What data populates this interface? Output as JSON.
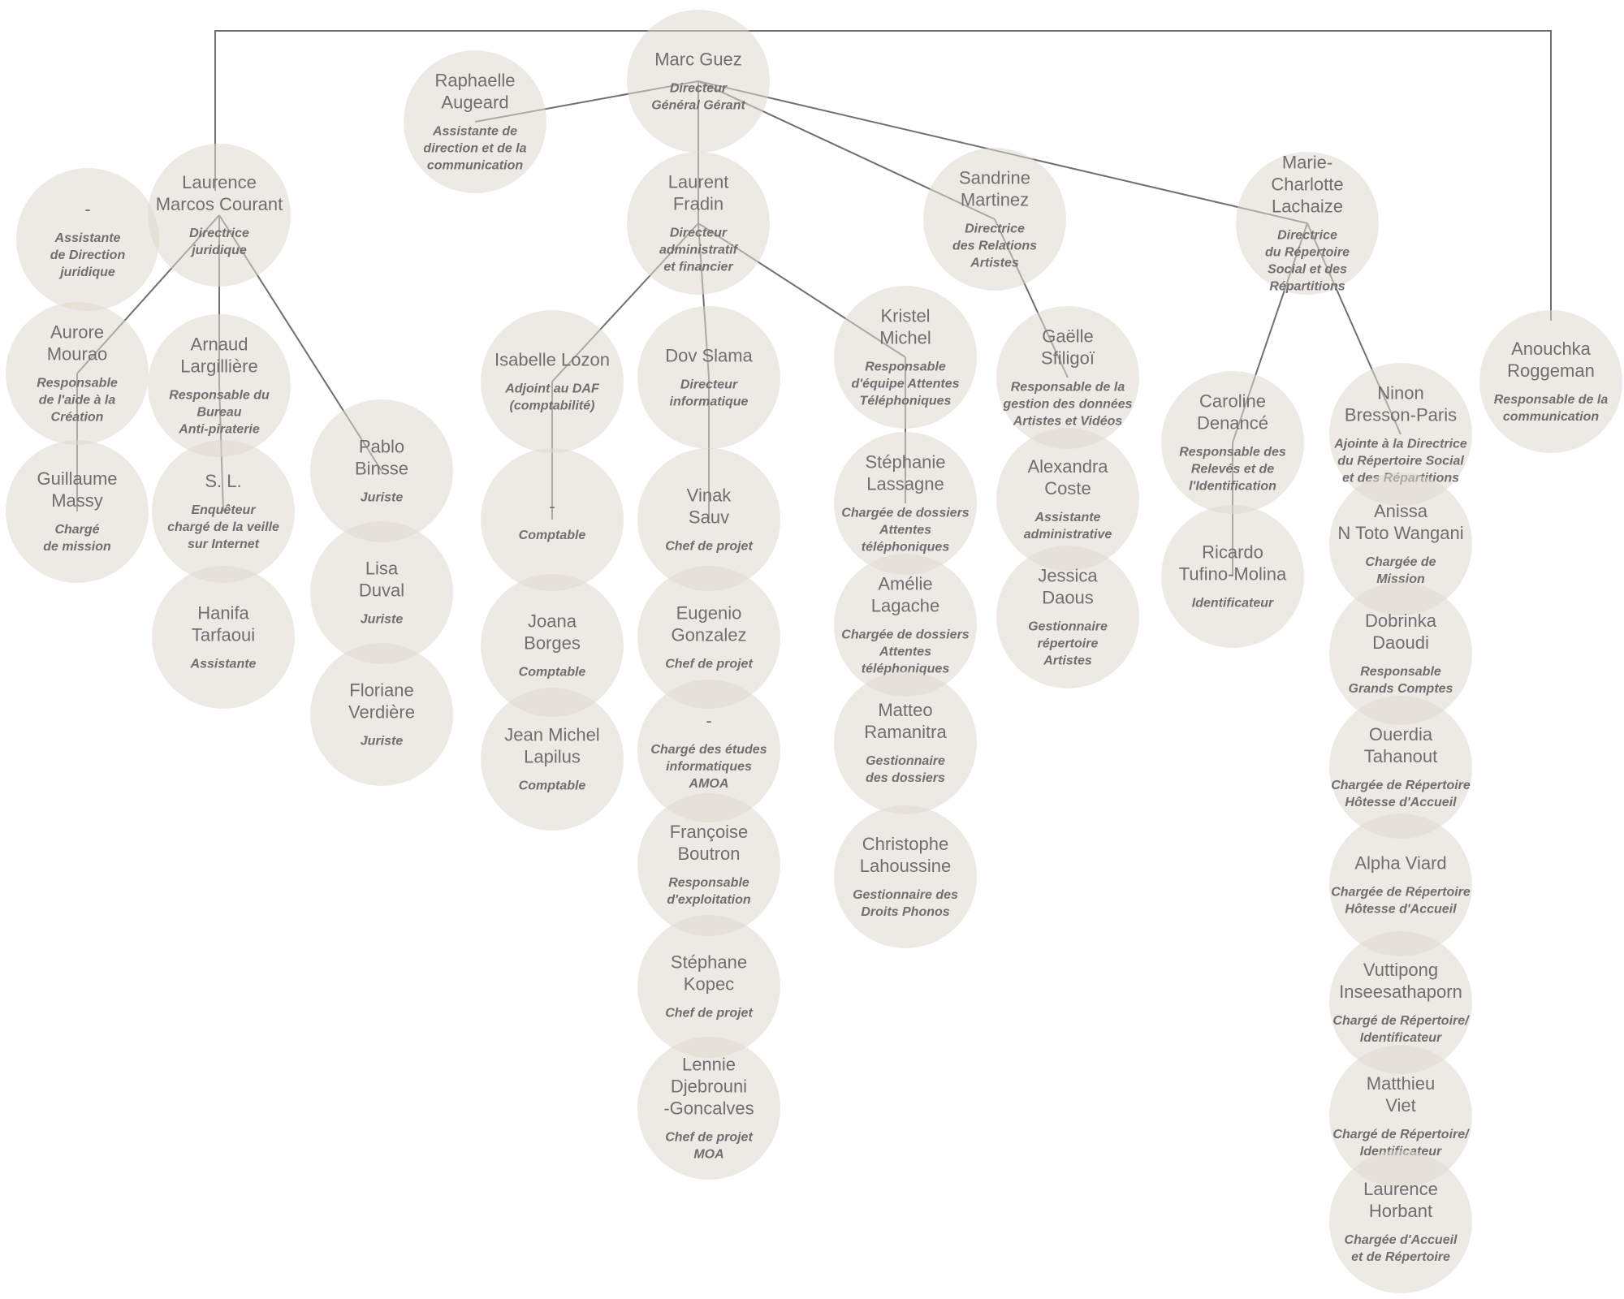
{
  "nodes": [
    {
      "id": "marc",
      "name": [
        "Marc Guez"
      ],
      "role": [
        "Directeur",
        "Général Gérant"
      ]
    },
    {
      "id": "raphaelle",
      "name": [
        "Raphaelle",
        "Augeard"
      ],
      "role": [
        "Assistante de",
        "direction et de la",
        "communication"
      ]
    },
    {
      "id": "laurence_mc",
      "name": [
        "Laurence",
        "Marcos Courant"
      ],
      "role": [
        "Directrice",
        "juridique"
      ]
    },
    {
      "id": "assist_jur",
      "name": [
        "-"
      ],
      "role": [
        "Assistante",
        "de Direction",
        "juridique"
      ]
    },
    {
      "id": "aurore",
      "name": [
        "Aurore",
        "Mourao"
      ],
      "role": [
        "Responsable",
        "de l'aide à la",
        "Création"
      ]
    },
    {
      "id": "arnaud",
      "name": [
        "Arnaud",
        "Largillière"
      ],
      "role": [
        "Responsable du",
        "Bureau",
        "Anti-piraterie"
      ]
    },
    {
      "id": "guillaume",
      "name": [
        "Guillaume",
        "Massy"
      ],
      "role": [
        "Chargé",
        "de mission"
      ]
    },
    {
      "id": "sl",
      "name": [
        "S. L."
      ],
      "role": [
        "Enquêteur",
        "chargé de la veille",
        "sur Internet"
      ]
    },
    {
      "id": "hanifa",
      "name": [
        "Hanifa",
        "Tarfaoui"
      ],
      "role": [
        "Assistante"
      ]
    },
    {
      "id": "pablo",
      "name": [
        "Pablo",
        "Binsse"
      ],
      "role": [
        "Juriste"
      ]
    },
    {
      "id": "lisa",
      "name": [
        "Lisa",
        "Duval"
      ],
      "role": [
        "Juriste"
      ]
    },
    {
      "id": "floriane",
      "name": [
        "Floriane",
        "Verdière"
      ],
      "role": [
        "Juriste"
      ]
    },
    {
      "id": "laurent",
      "name": [
        "Laurent",
        "Fradin"
      ],
      "role": [
        "Directeur",
        "administratif",
        "et financier"
      ]
    },
    {
      "id": "isabelle",
      "name": [
        "Isabelle Lozon"
      ],
      "role": [
        "Adjoint au DAF",
        "(comptabilité)"
      ]
    },
    {
      "id": "comptable",
      "name": [
        "-"
      ],
      "role": [
        "Comptable"
      ]
    },
    {
      "id": "joana",
      "name": [
        "Joana",
        "Borges"
      ],
      "role": [
        "Comptable"
      ]
    },
    {
      "id": "jeanmichel",
      "name": [
        "Jean Michel",
        "Lapilus"
      ],
      "role": [
        "Comptable"
      ]
    },
    {
      "id": "dov",
      "name": [
        "Dov Slama"
      ],
      "role": [
        "Directeur",
        "informatique"
      ]
    },
    {
      "id": "vinak",
      "name": [
        "Vinak",
        "Sauv"
      ],
      "role": [
        "Chef de projet"
      ]
    },
    {
      "id": "eugenio",
      "name": [
        "Eugenio",
        "Gonzalez"
      ],
      "role": [
        "Chef de projet"
      ]
    },
    {
      "id": "amoa",
      "name": [
        "-"
      ],
      "role": [
        "Chargé des études",
        "informatiques",
        "AMOA"
      ]
    },
    {
      "id": "francoise",
      "name": [
        "Françoise",
        "Boutron"
      ],
      "role": [
        "Responsable",
        "d'exploitation"
      ]
    },
    {
      "id": "stephane",
      "name": [
        "Stéphane",
        "Kopec"
      ],
      "role": [
        "Chef de projet"
      ]
    },
    {
      "id": "lennie",
      "name": [
        "Lennie",
        "Djebrouni",
        "-Goncalves"
      ],
      "role": [
        "Chef de projet",
        "MOA"
      ]
    },
    {
      "id": "kristel",
      "name": [
        "Kristel",
        "Michel"
      ],
      "role": [
        "Responsable",
        "d'équipe Attentes",
        "Téléphoniques"
      ]
    },
    {
      "id": "stephanie",
      "name": [
        "Stéphanie",
        "Lassagne"
      ],
      "role": [
        "Chargée de dossiers",
        "Attentes",
        "téléphoniques"
      ]
    },
    {
      "id": "amelie",
      "name": [
        "Amélie",
        "Lagache"
      ],
      "role": [
        "Chargée de dossiers",
        "Attentes",
        "téléphoniques"
      ]
    },
    {
      "id": "matteo",
      "name": [
        "Matteo",
        "Ramanitra"
      ],
      "role": [
        "Gestionnaire",
        "des dossiers"
      ]
    },
    {
      "id": "christophe",
      "name": [
        "Christophe",
        "Lahoussine"
      ],
      "role": [
        "Gestionnaire des",
        "Droits Phonos"
      ]
    },
    {
      "id": "sandrine",
      "name": [
        "Sandrine",
        "Martinez"
      ],
      "role": [
        "Directrice",
        "des Relations",
        "Artistes"
      ]
    },
    {
      "id": "gaelle",
      "name": [
        "Gaëlle",
        "Sfiligoï"
      ],
      "role": [
        "Responsable de la",
        "gestion des données",
        "Artistes et Vidéos"
      ]
    },
    {
      "id": "alexandra",
      "name": [
        "Alexandra",
        "Coste"
      ],
      "role": [
        "Assistante",
        "administrative"
      ]
    },
    {
      "id": "jessica",
      "name": [
        "Jessica",
        "Daous"
      ],
      "role": [
        "Gestionnaire",
        "répertoire",
        "Artistes"
      ]
    },
    {
      "id": "mariecharlotte",
      "name": [
        "Marie-",
        "Charlotte",
        "Lachaize"
      ],
      "role": [
        "Directrice",
        "du Répertoire",
        "Social et des",
        "Répartitions"
      ]
    },
    {
      "id": "caroline",
      "name": [
        "Caroline",
        "Denancé"
      ],
      "role": [
        "Responsable des",
        "Relevés et de",
        "l'Identification"
      ]
    },
    {
      "id": "ricardo",
      "name": [
        "Ricardo",
        "Tufino-Molina"
      ],
      "role": [
        "Identificateur"
      ]
    },
    {
      "id": "ninon",
      "name": [
        "Ninon",
        "Bresson-Paris"
      ],
      "role": [
        "Ajointe à la Directrice",
        "du Répertoire Social",
        "et des Répartitions"
      ]
    },
    {
      "id": "anissa",
      "name": [
        "Anissa",
        "N Toto Wangani"
      ],
      "role": [
        "Chargée de",
        "Mission"
      ]
    },
    {
      "id": "dobrinka",
      "name": [
        "Dobrinka",
        "Daoudi"
      ],
      "role": [
        "Responsable",
        "Grands Comptes"
      ]
    },
    {
      "id": "ouerdia",
      "name": [
        "Ouerdia",
        "Tahanout"
      ],
      "role": [
        "Chargée de Répertoire",
        "Hôtesse d'Accueil"
      ]
    },
    {
      "id": "alpha",
      "name": [
        "Alpha Viard"
      ],
      "role": [
        "Chargée de Répertoire",
        "Hôtesse d'Accueil"
      ]
    },
    {
      "id": "vuttipong",
      "name": [
        "Vuttipong",
        "Inseesathaporn"
      ],
      "role": [
        "Chargé de Répertoire/",
        "Identificateur"
      ]
    },
    {
      "id": "matthieu",
      "name": [
        "Matthieu",
        "Viet"
      ],
      "role": [
        "Chargé de Répertoire/",
        "Identificateur"
      ]
    },
    {
      "id": "laurence_h",
      "name": [
        "Laurence",
        "Horbant"
      ],
      "role": [
        "Chargée d'Accueil",
        "et de Répertoire"
      ]
    },
    {
      "id": "anouchka",
      "name": [
        "Anouchka",
        "Roggeman"
      ],
      "role": [
        "Responsable de la",
        "communication"
      ]
    }
  ]
}
